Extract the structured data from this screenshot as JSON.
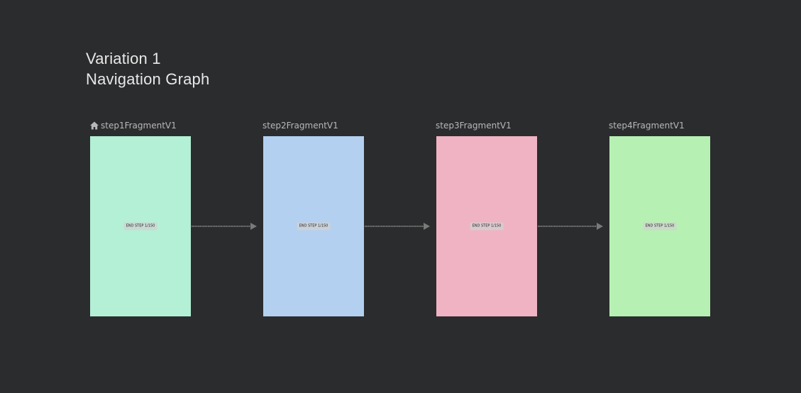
{
  "graph": {
    "title_line1": "Variation 1",
    "title_line2": "Navigation Graph"
  },
  "start_destination_icon": "home-icon",
  "destinations": [
    {
      "id": "step1FragmentV1",
      "button_label": "END STEP 1/150",
      "color": "#b3f0d6"
    },
    {
      "id": "step2FragmentV1",
      "button_label": "END STEP 1/150",
      "color": "#b3d0f0"
    },
    {
      "id": "step3FragmentV1",
      "button_label": "END STEP 1/150",
      "color": "#f0b3c3"
    },
    {
      "id": "step4FragmentV1",
      "button_label": "END STEP 1/150",
      "color": "#b6f0b3"
    }
  ],
  "actions": [
    {
      "from": "step1FragmentV1",
      "to": "step2FragmentV1"
    },
    {
      "from": "step2FragmentV1",
      "to": "step3FragmentV1"
    },
    {
      "from": "step3FragmentV1",
      "to": "step4FragmentV1"
    }
  ],
  "colors": {
    "canvas_background": "#2b2c2e",
    "arrow": "#7a7a7a"
  }
}
